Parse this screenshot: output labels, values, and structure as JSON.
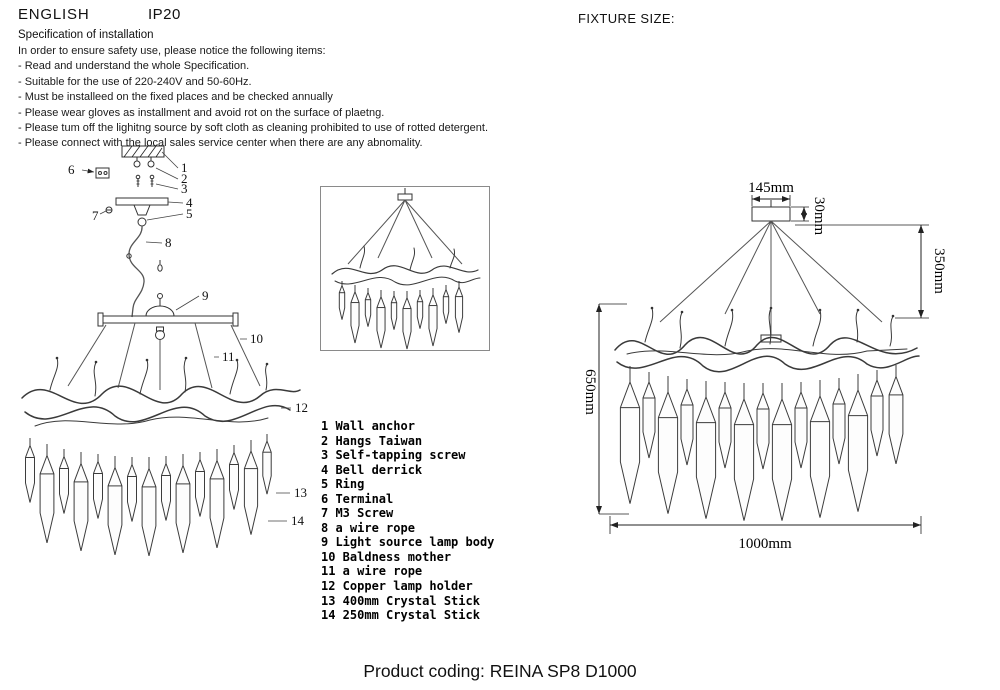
{
  "header": {
    "language": "ENGLISH",
    "ip_rating": "IP20"
  },
  "spec": {
    "title": "Specification of installation",
    "intro": "In order to ensure safety use, please notice the following items:",
    "items": [
      "- Read and understand the whole Specification.",
      "- Suitable for the use of 220-240V and 50-60Hz.",
      "- Must be installeed on the fixed places and be checked annually",
      "- Please wear gloves as installment and avoid rot on the surface of plaetng.",
      "- Please tum off the lighitng source by soft cloth as cleaning prohibited to use of rotted detergent.",
      "- Please connect with the local sales service center when there are any abnomality."
    ]
  },
  "fixture_size_label": "FIXTURE SIZE:",
  "dimensions": {
    "canopy_width": "145mm",
    "canopy_height": "30mm",
    "suspension_drop": "350mm",
    "fixture_height": "650mm",
    "fixture_width": "1000mm"
  },
  "parts": [
    "1 Wall anchor",
    "2 Hangs Taiwan",
    "3 Self-tapping screw",
    "4 Bell derrick",
    "5 Ring",
    "6 Terminal",
    "7 M3 Screw",
    "8 a wire rope",
    "9 Light source lamp body",
    "10 Baldness mother",
    "11 a wire rope",
    "12 Copper lamp holder",
    "13 400mm Crystal Stick",
    "14 250mm Crystal Stick"
  ],
  "callouts": [
    "1",
    "2",
    "3",
    "4",
    "5",
    "6",
    "7",
    "8",
    "9",
    "10",
    "11",
    "12",
    "13",
    "14"
  ],
  "product_coding": "Product coding: REINA SP8 D1000"
}
